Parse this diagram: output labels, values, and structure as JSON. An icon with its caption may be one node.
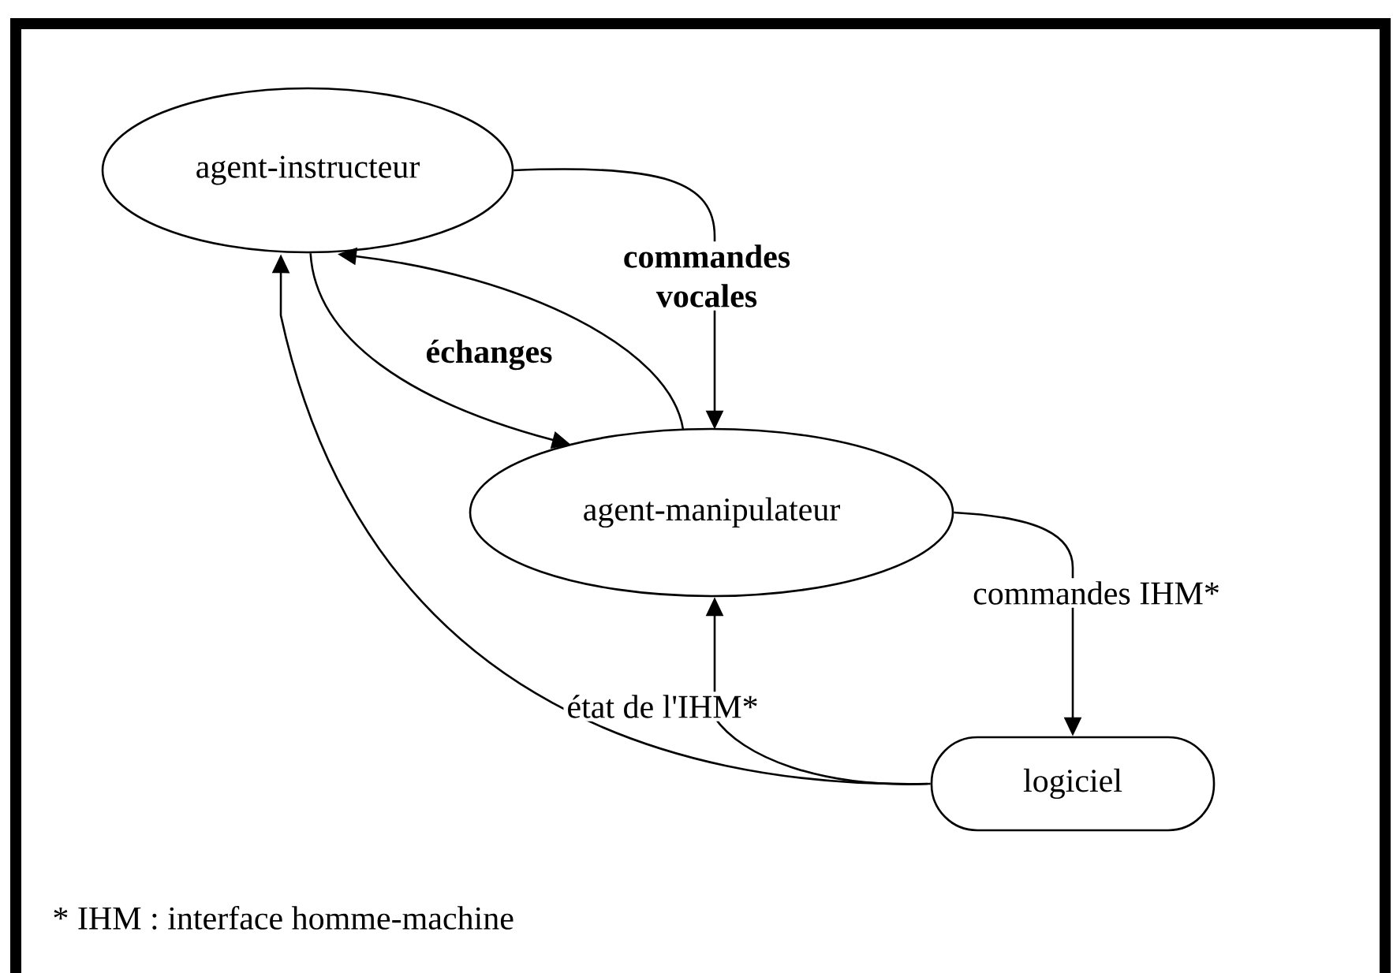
{
  "diagram": {
    "nodes": [
      {
        "text": [
          "agent-instructeur"
        ]
      },
      {
        "text": [
          "agent-manipulateur"
        ]
      },
      {
        "text": [
          "logiciel"
        ]
      }
    ],
    "edges": [
      {
        "from": 0,
        "to": 1,
        "arrow": "to",
        "label": "commandes vocales"
      },
      {
        "from": 0,
        "to": 1,
        "arrow": "to",
        "label": "échanges"
      },
      {
        "from": 1,
        "to": 0,
        "arrow": "to"
      },
      {
        "from": 1,
        "to": 2,
        "arrow": "to",
        "label": "commandes IHM*"
      },
      {
        "from": 2,
        "to": 1,
        "arrow": "to",
        "label": "état de l'IHM*"
      },
      {
        "from": 2,
        "to": 0,
        "arrow": "to"
      }
    ],
    "labels": [
      "* IHM : interface homme-machine"
    ]
  }
}
